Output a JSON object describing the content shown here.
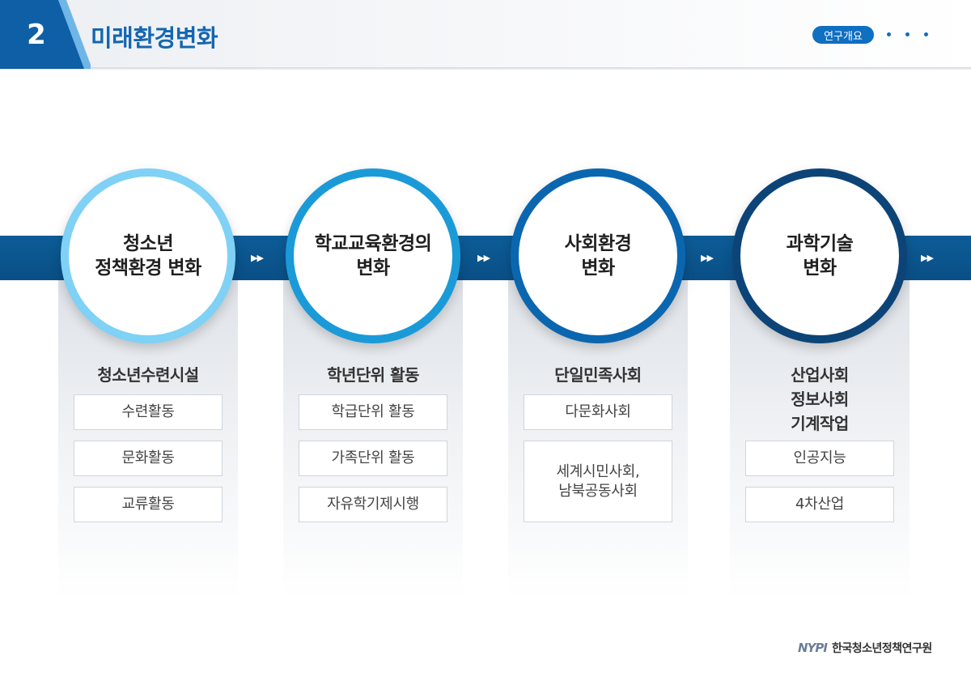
{
  "header": {
    "section_number": "2",
    "title": "미래환경변화",
    "section_pill": "연구개요"
  },
  "arrow_glyph": "▶▶",
  "columns": [
    {
      "circle_label": "청소년\n정책환경 변화",
      "ring_color": "#7fd1f5",
      "heading": "청소년수련시설",
      "items": [
        "수련활동",
        "문화활동",
        "교류활동"
      ]
    },
    {
      "circle_label": "학교교육환경의\n변화",
      "ring_color": "#1b9ad8",
      "heading": "학년단위 활동",
      "items": [
        "학급단위 활동",
        "가족단위 활동",
        "자유학기제시행"
      ]
    },
    {
      "circle_label": "사회환경\n변화",
      "ring_color": "#0b66b0",
      "heading": "단일민족사회",
      "items": [
        "다문화사회",
        "세계시민사회,\n남북공동사회"
      ]
    },
    {
      "circle_label": "과학기술\n변화",
      "ring_color": "#0c4478",
      "heading": "산업사회\n정보사회\n기계작업",
      "items": [
        "인공지능",
        "4차산업"
      ]
    }
  ],
  "footer": {
    "logo_mark": "NYPI",
    "org_name": "한국청소년정책연구원"
  }
}
